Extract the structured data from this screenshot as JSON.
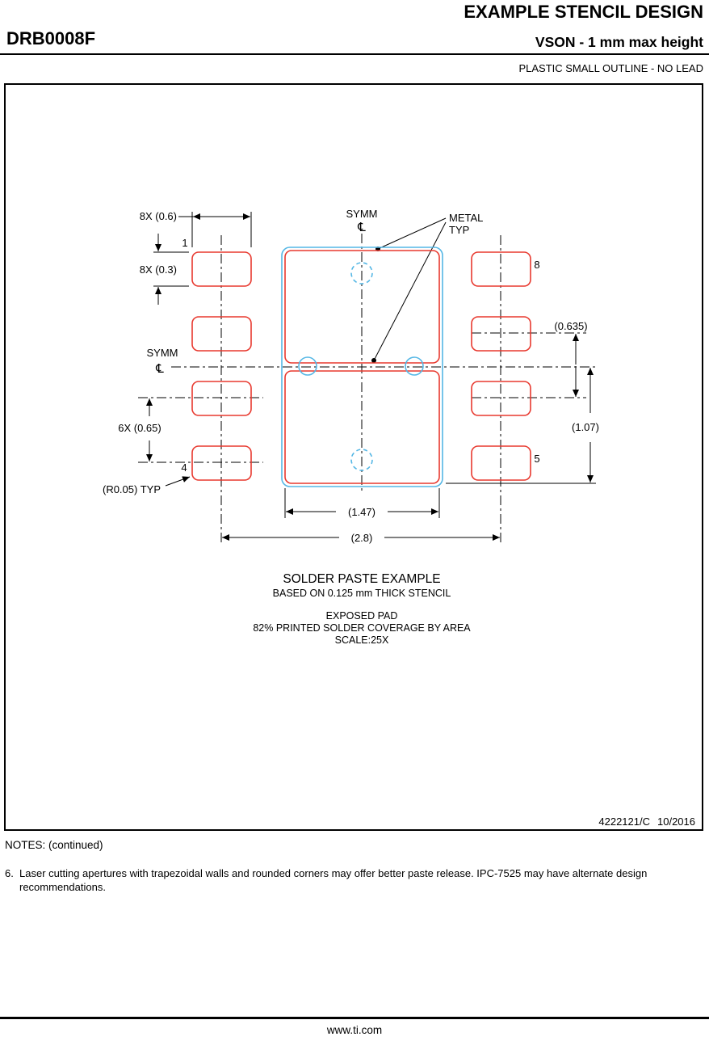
{
  "header": {
    "doc_title": "EXAMPLE STENCIL DESIGN",
    "part_number": "DRB0008F",
    "package_title": "VSON - 1 mm max height",
    "package_subtitle": "PLASTIC SMALL OUTLINE - NO LEAD"
  },
  "drawing": {
    "colors": {
      "pad_red": "#e8392f",
      "stencil_blue": "#55b7e5"
    },
    "labels": {
      "dim_pad_width": "8X (0.6)",
      "dim_pad_height": "8X (0.3)",
      "symm_top": "SYMM",
      "cl_top": "℄",
      "metal_line1": "METAL",
      "metal_line2": "TYP",
      "pin_1": "1",
      "pin_4": "4",
      "pin_5": "5",
      "pin_8": "8",
      "dim_row_pitch": "(0.635)",
      "symm_left": "SYMM",
      "cl_left": "℄",
      "dim_epad_half": "(1.07)",
      "dim_lead_pitch": "6X (0.65)",
      "dim_radius": "(R0.05) TYP",
      "dim_epad_width": "(1.47)",
      "dim_total_width": "(2.8)"
    },
    "caption": {
      "title": "SOLDER PASTE EXAMPLE",
      "subtitle": "BASED ON 0.125 mm THICK STENCIL",
      "line3": "EXPOSED PAD",
      "line4": "82% PRINTED SOLDER COVERAGE BY AREA",
      "line5": "SCALE:25X"
    },
    "doc_number": "4222121/C",
    "doc_date": "10/2016"
  },
  "notes": {
    "heading": "NOTES: (continued)",
    "note_number": "6.",
    "note_text": "Laser cutting apertures with trapezoidal walls and rounded corners may offer better paste release. IPC-7525 may have alternate design recommendations."
  },
  "footer": {
    "website": "www.ti.com"
  }
}
